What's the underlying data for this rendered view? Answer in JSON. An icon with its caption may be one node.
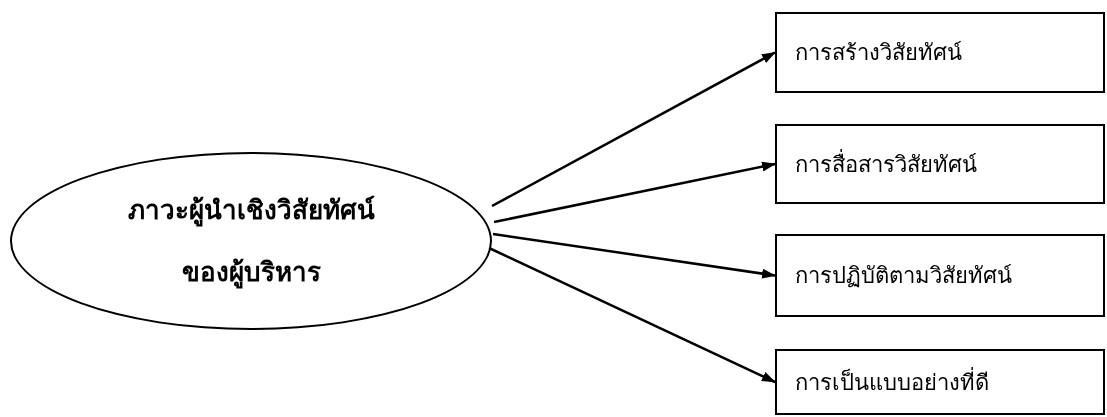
{
  "diagram": {
    "nodes": [
      {
        "text": [
          "ภาวะผู้นำเชิงวิสัยทัศน์ ของผู้บริหาร"
        ]
      },
      {
        "text": [
          "การสร้างวิสัยทัศน์"
        ]
      },
      {
        "text": [
          "การสื่อสารวิสัยทัศน์"
        ]
      },
      {
        "text": [
          "การปฏิบัติตามวิสัยทัศน์"
        ]
      },
      {
        "text": [
          "การเป็นแบบอย่างที่ดี"
        ]
      }
    ],
    "edges": [
      {
        "from": 0,
        "to": 1,
        "arrow": "to"
      },
      {
        "from": 0,
        "to": 2,
        "arrow": "to"
      },
      {
        "from": 0,
        "to": 3,
        "arrow": "to"
      },
      {
        "from": 0,
        "to": 4,
        "arrow": "to"
      }
    ]
  }
}
